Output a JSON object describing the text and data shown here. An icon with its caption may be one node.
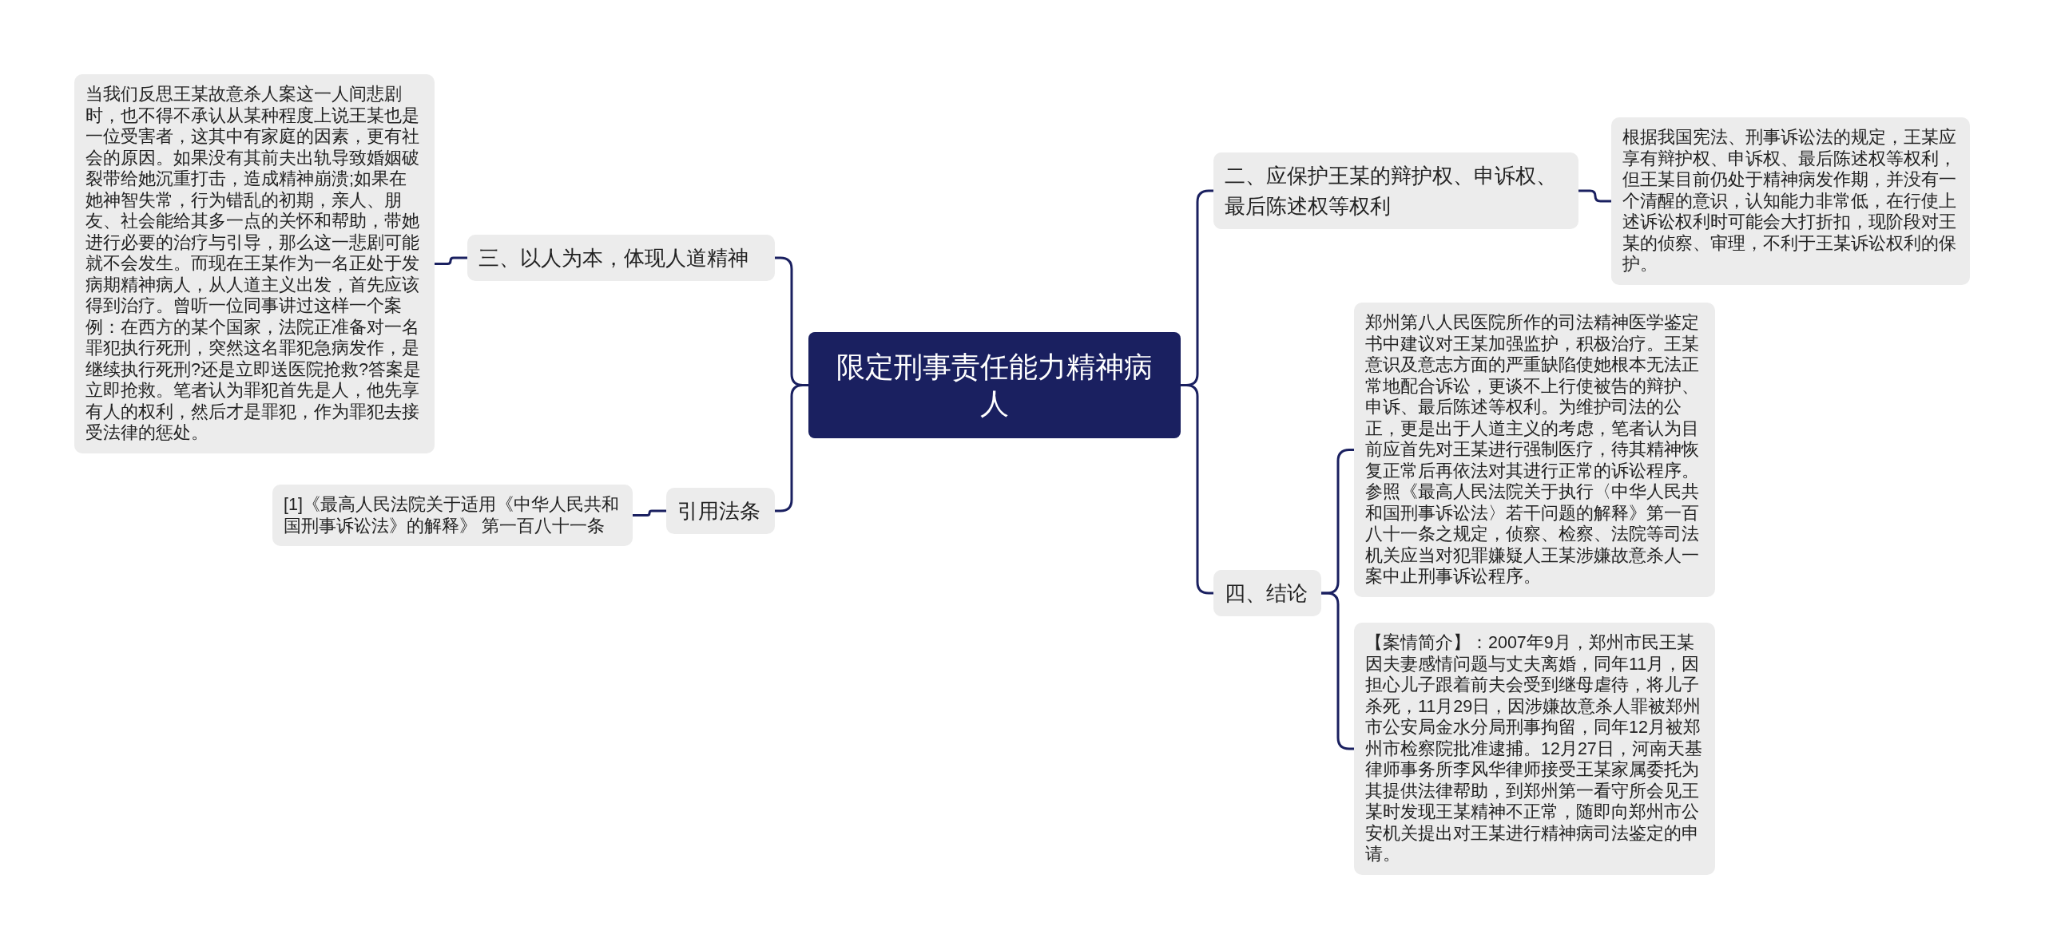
{
  "diagram": {
    "nodes": [
      {
        "text": [
          "限定刑事责任能力精神病人"
        ]
      },
      {
        "text": [
          "三、以人为本，体现人道精神"
        ]
      },
      {
        "text": [
          "当我们反思王某故意杀人案这一人间悲剧时，也不得不承认从某种程度上说王某也是一位受害者，这其中有家庭的因素，更有社会的原因。如果没有其前夫出轨导致婚姻破裂带给她沉重打击，造成精神崩溃;如果在她神智失常，行为错乱的初期，亲人、朋友、社会能给其多一点的关怀和帮助，带她进行必要的治疗与引导，那么这一悲剧可能就不会发生。而现在王某作为一名正处于发病期精神病人，从人道主义出发，首先应该得到治疗。曾听一位同事讲过这样一个案例：在西方的某个国家，法院正准备对一名罪犯执行死刑，突然这名罪犯急病发作，是继续执行死刑?还是立即送医院抢救?答案是立即抢救。笔者认为罪犯首先是人，他先享有人的权利，然后才是罪犯，作为罪犯去接受法律的惩处。"
        ]
      },
      {
        "text": [
          "引用法条"
        ]
      },
      {
        "text": [
          "[1]《最高人民法院关于适用《中华人民共和国刑事诉讼法》的解释》 第一百八十一条"
        ]
      },
      {
        "text": [
          "二、应保护王某的辩护权、申诉权、最后陈述权等权利"
        ]
      },
      {
        "text": [
          "根据我国宪法、刑事诉讼法的规定，王某应享有辩护权、申诉权、最后陈述权等权利，但王某目前仍处于精神病发作期，并没有一个清醒的意识，认知能力非常低，在行使上述诉讼权利时可能会大打折扣，现阶段对王某的侦察、审理，不利于王某诉讼权利的保护。"
        ]
      },
      {
        "text": [
          "四、结论"
        ]
      },
      {
        "text": [
          "郑州第八人民医院所作的司法精神医学鉴定书中建议对王某加强监护，积极治疗。王某意识及意志方面的严重缺陷使她根本无法正常地配合诉讼，更谈不上行使被告的辩护、申诉、最后陈述等权利。为维护司法的公正，更是出于人道主义的考虑，笔者认为目前应首先对王某进行强制医疗，待其精神恢复正常后再依法对其进行正常的诉讼程序。参照《最高人民法院关于执行〈中华人民共和国刑事诉讼法〉若干问题的解释》第一百八十一条之规定，侦察、检察、法院等司法机关应当对犯罪嫌疑人王某涉嫌故意杀人一案中止刑事诉讼程序。"
        ]
      },
      {
        "text": [
          "【案情简介】：2007年9月，郑州市民王某因夫妻感情问题与丈夫离婚，同年11月，因担心儿子跟着前夫会受到继母虐待，将儿子杀死，11月29日，因涉嫌故意杀人罪被郑州市公安局金水分局刑事拘留，同年12月被郑州市检察院批准逮捕。12月27日，河南天基律师事务所李风华律师接受王某家属委托为其提供法律帮助，到郑州第一看守所会见王某时发现王某精神不正常，随即向郑州市公安机关提出对王某进行精神病司法鉴定的申请。"
        ]
      }
    ],
    "edges": [
      {
        "from": 0,
        "to": 1,
        "arrow": "none"
      },
      {
        "from": 0,
        "to": 3,
        "arrow": "none"
      },
      {
        "from": 0,
        "to": 5,
        "arrow": "none"
      },
      {
        "from": 0,
        "to": 7,
        "arrow": "none"
      },
      {
        "from": 1,
        "to": 2,
        "arrow": "none"
      },
      {
        "from": 3,
        "to": 4,
        "arrow": "none"
      },
      {
        "from": 5,
        "to": 6,
        "arrow": "none"
      },
      {
        "from": 7,
        "to": 8,
        "arrow": "none"
      },
      {
        "from": 7,
        "to": 9,
        "arrow": "none"
      }
    ]
  }
}
